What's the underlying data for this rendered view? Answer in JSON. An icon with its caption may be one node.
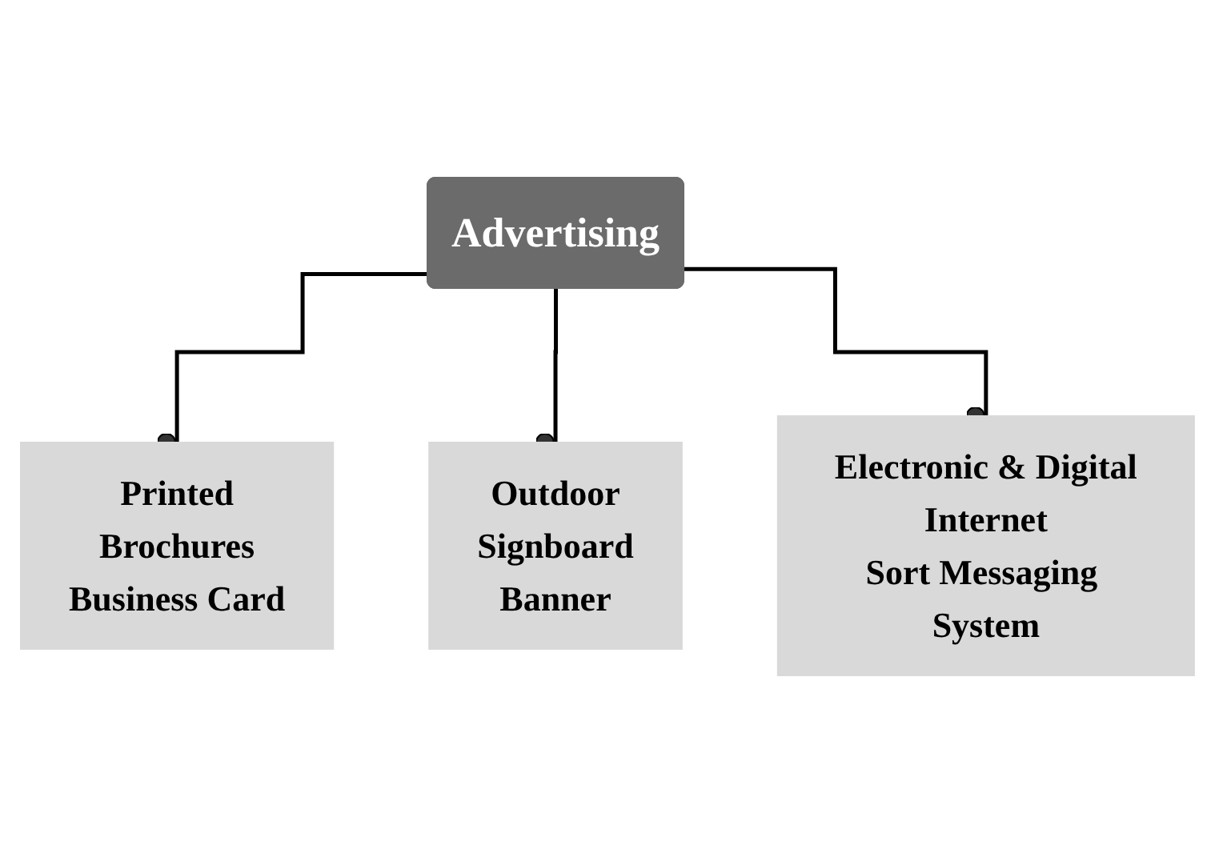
{
  "diagram": {
    "nodes": [
      {
        "text": [
          "Advertising"
        ]
      },
      {
        "text": [
          "Printed",
          "Brochures",
          "Business Card"
        ]
      },
      {
        "text": [
          "Outdoor",
          "Signboard",
          "Banner"
        ]
      },
      {
        "text": [
          "Electronic & Digital",
          "Internet",
          "Sort Messaging System"
        ]
      }
    ],
    "edges": [
      {
        "from": 0,
        "to": 1,
        "arrow": "other"
      },
      {
        "from": 0,
        "to": 2,
        "arrow": "other"
      },
      {
        "from": 0,
        "to": 3,
        "arrow": "other"
      }
    ]
  }
}
